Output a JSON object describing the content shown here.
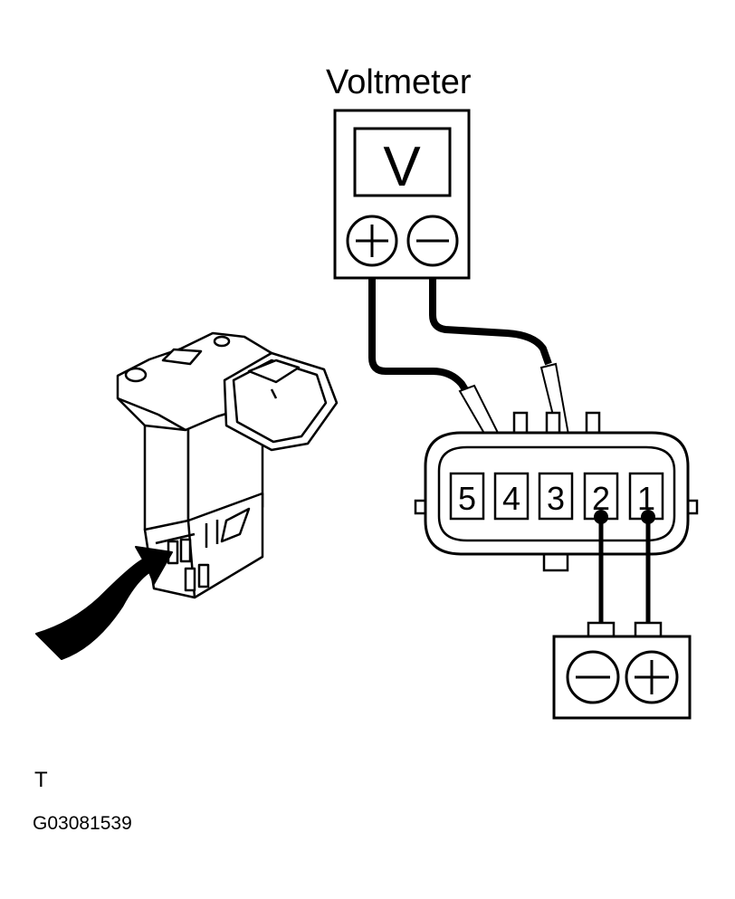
{
  "voltmeter": {
    "title": "Voltmeter",
    "display_symbol": "V",
    "positive_symbol": "+",
    "negative_symbol": "−"
  },
  "connector": {
    "pins": [
      "5",
      "4",
      "3",
      "2",
      "1"
    ]
  },
  "battery": {
    "negative_symbol": "−",
    "positive_symbol": "+"
  },
  "footer": {
    "letter": "T",
    "figure_id": "G03081539"
  }
}
